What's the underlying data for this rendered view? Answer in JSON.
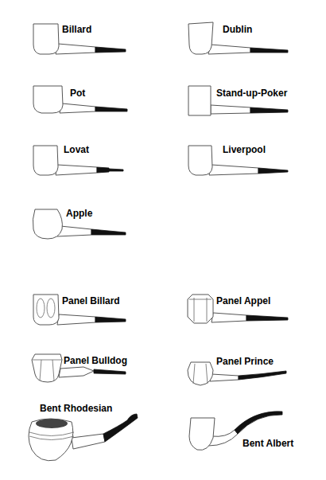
{
  "diagram": {
    "labels": [
      "Billard",
      "Dublin",
      "Pot",
      "Stand-up-Poker",
      "Lovat",
      "Liverpool",
      "Apple",
      "Panel Billard",
      "Panel Appel",
      "Panel Bulldog",
      "Panel Prince",
      "Bent Rhodesian",
      "Bent Albert"
    ]
  }
}
